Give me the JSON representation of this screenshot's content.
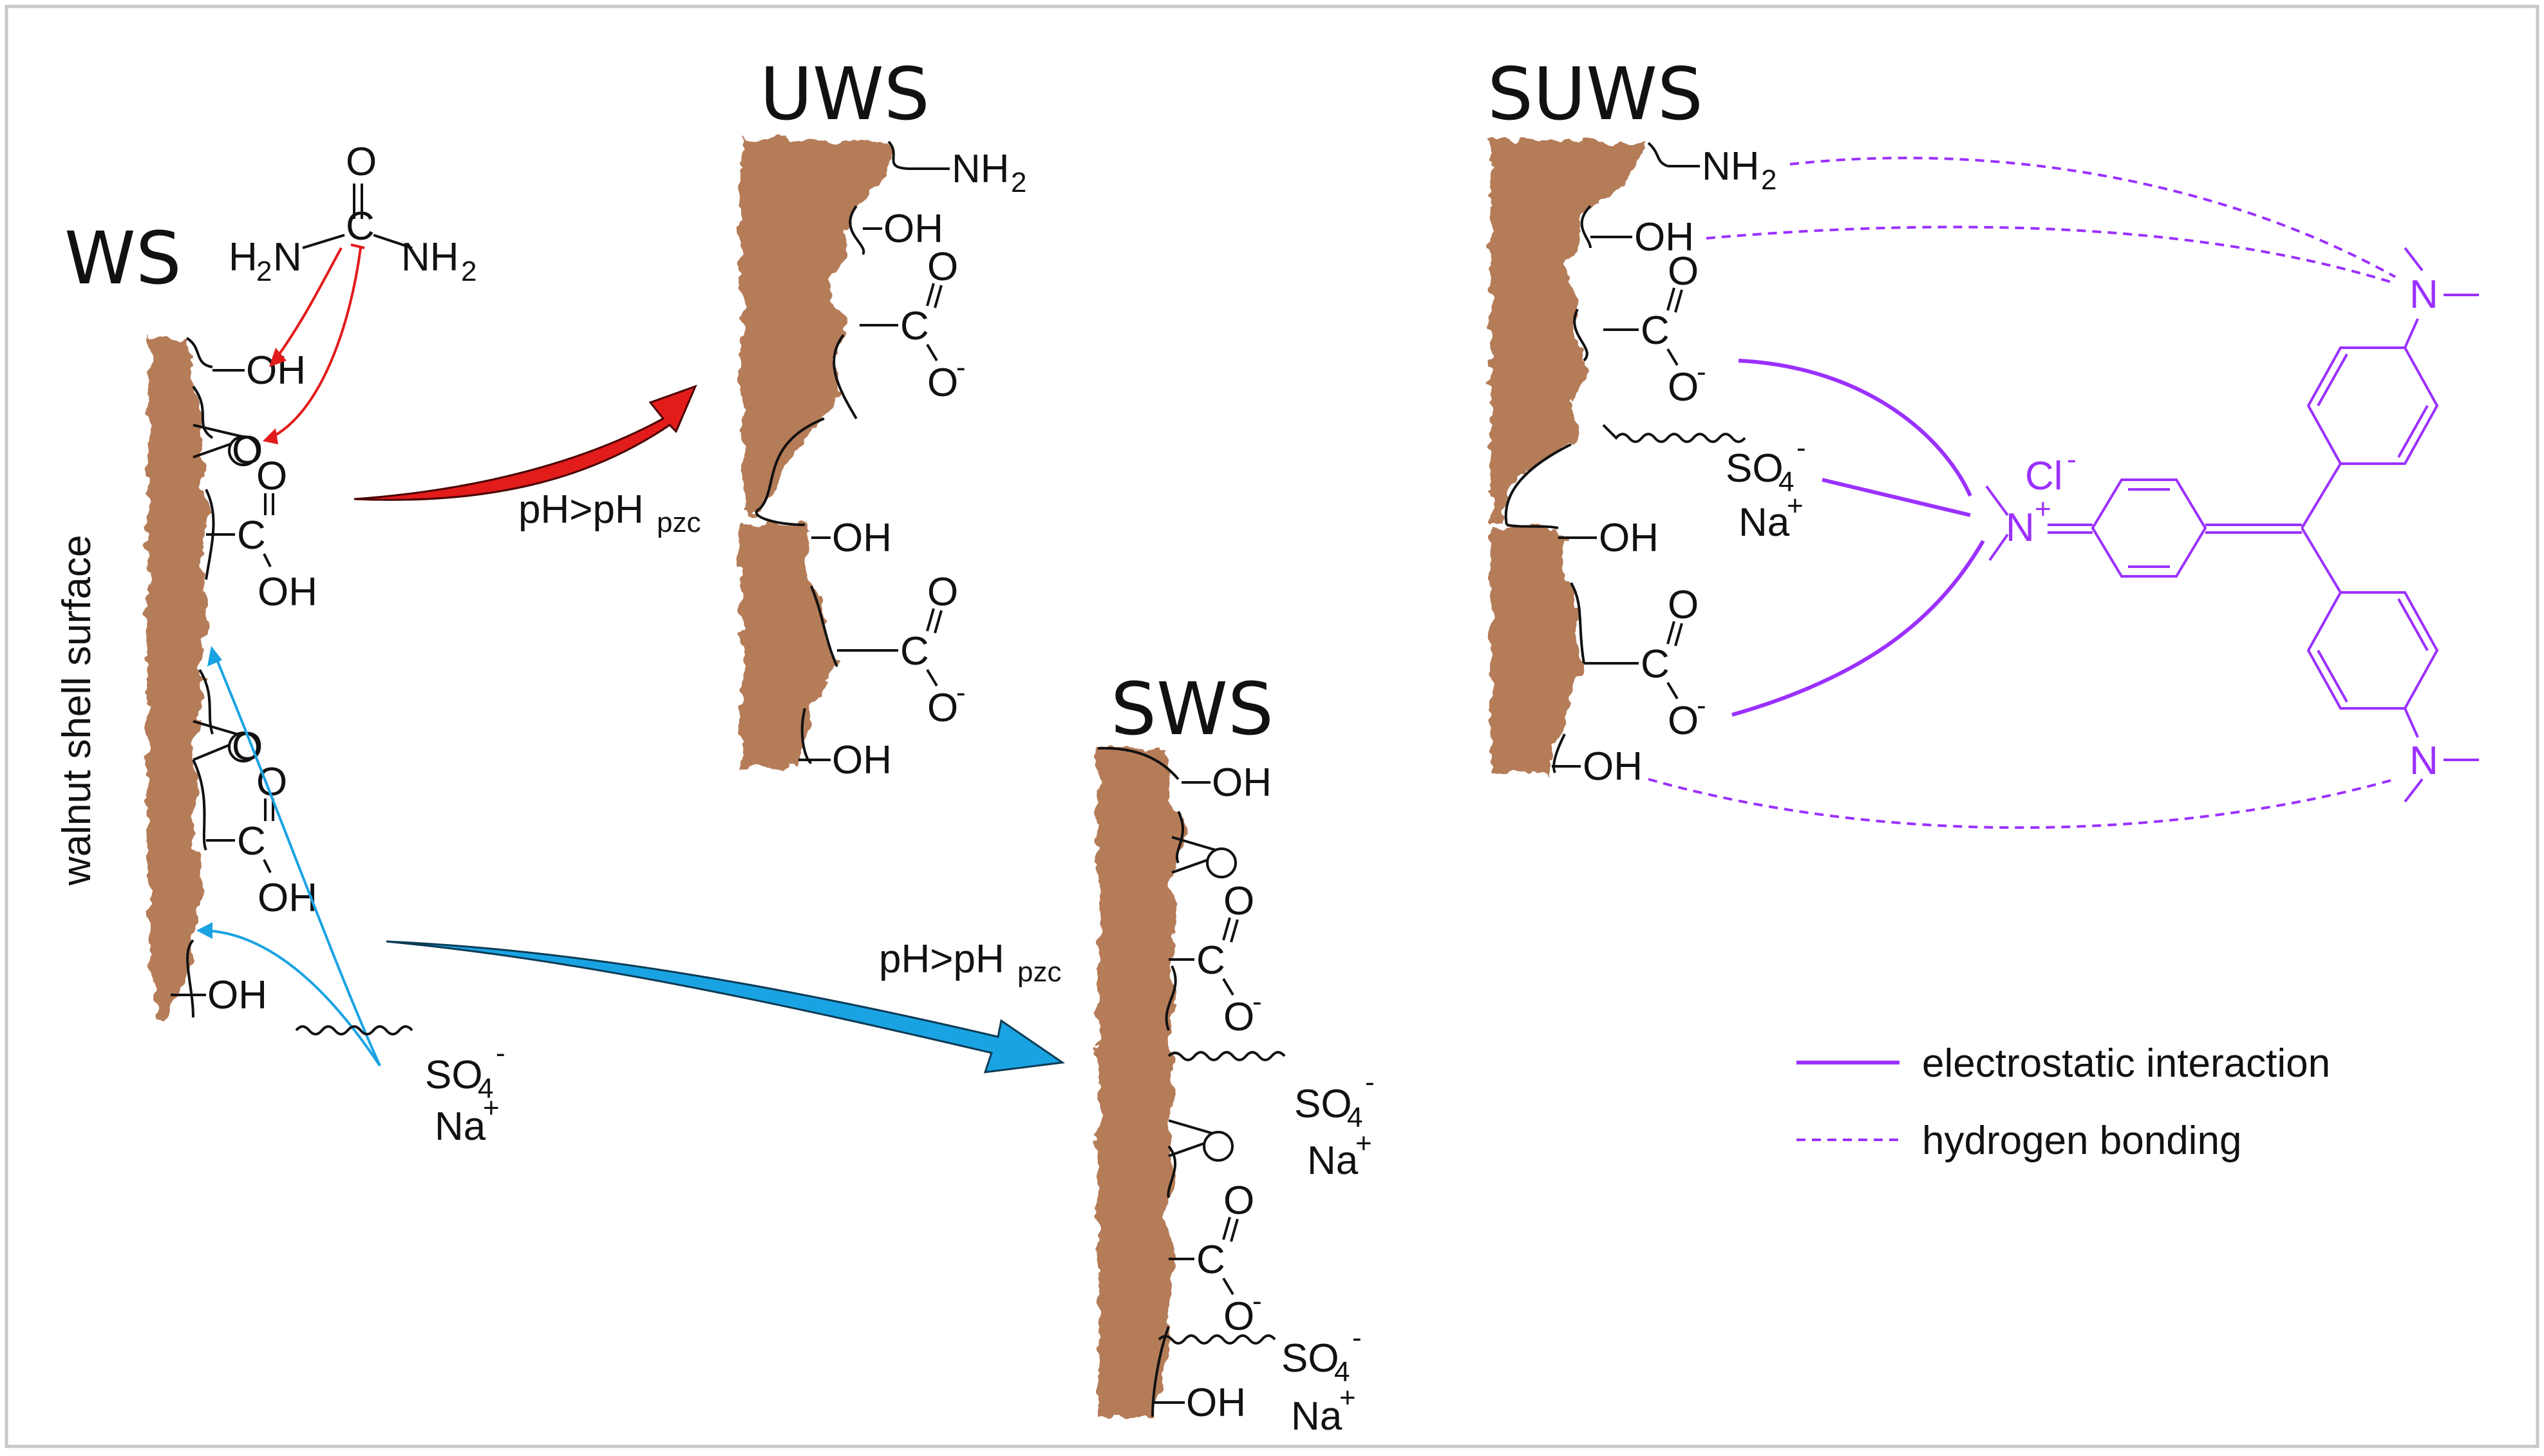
{
  "colors": {
    "surface": "#b57c58",
    "frame": "#c8c8c8",
    "urea_arrow": "#e21b1b",
    "sds_arrow": "#1aa3e3",
    "dye": "#9b30ff"
  },
  "panels": {
    "ws": {
      "title": "WS",
      "axis_label": "walnut shell surface",
      "groups": {
        "oh": "OH",
        "o": "O",
        "c": "C",
        "na": "Na",
        "so4": "SO",
        "sub4": "4",
        "minus": "-",
        "plus": "+"
      },
      "urea": {
        "o": "O",
        "c": "C",
        "left_nh": "H",
        "left_n": "N",
        "sub2": "2",
        "right_nh": "NH"
      }
    },
    "uws": {
      "title": "UWS",
      "nh2": "NH",
      "sub2": "2",
      "oh": "OH",
      "o": "O",
      "c": "C",
      "minus": "-"
    },
    "sws": {
      "title": "SWS",
      "oh": "OH",
      "o": "O",
      "c": "C",
      "minus": "-",
      "so4": "SO",
      "sub4": "4",
      "na": "Na",
      "plus": "+"
    },
    "suws": {
      "title": "SUWS",
      "nh2": "NH",
      "sub2": "2",
      "oh": "OH",
      "o": "O",
      "c": "C",
      "minus": "-",
      "so4": "SO",
      "sub4": "4",
      "na": "Na",
      "plus": "+"
    }
  },
  "arrows": {
    "urea_condition": {
      "main": "pH>pH",
      "sub": "pzc"
    },
    "sds_condition": {
      "main": "pH>pH",
      "sub": "pzc"
    }
  },
  "dye": {
    "cl": "Cl",
    "minus": "-",
    "n": "N",
    "plus": "+"
  },
  "legend": {
    "items": [
      {
        "label": "electrostatic interaction",
        "style": "solid"
      },
      {
        "label": "hydrogen bonding",
        "style": "dashed"
      }
    ]
  }
}
